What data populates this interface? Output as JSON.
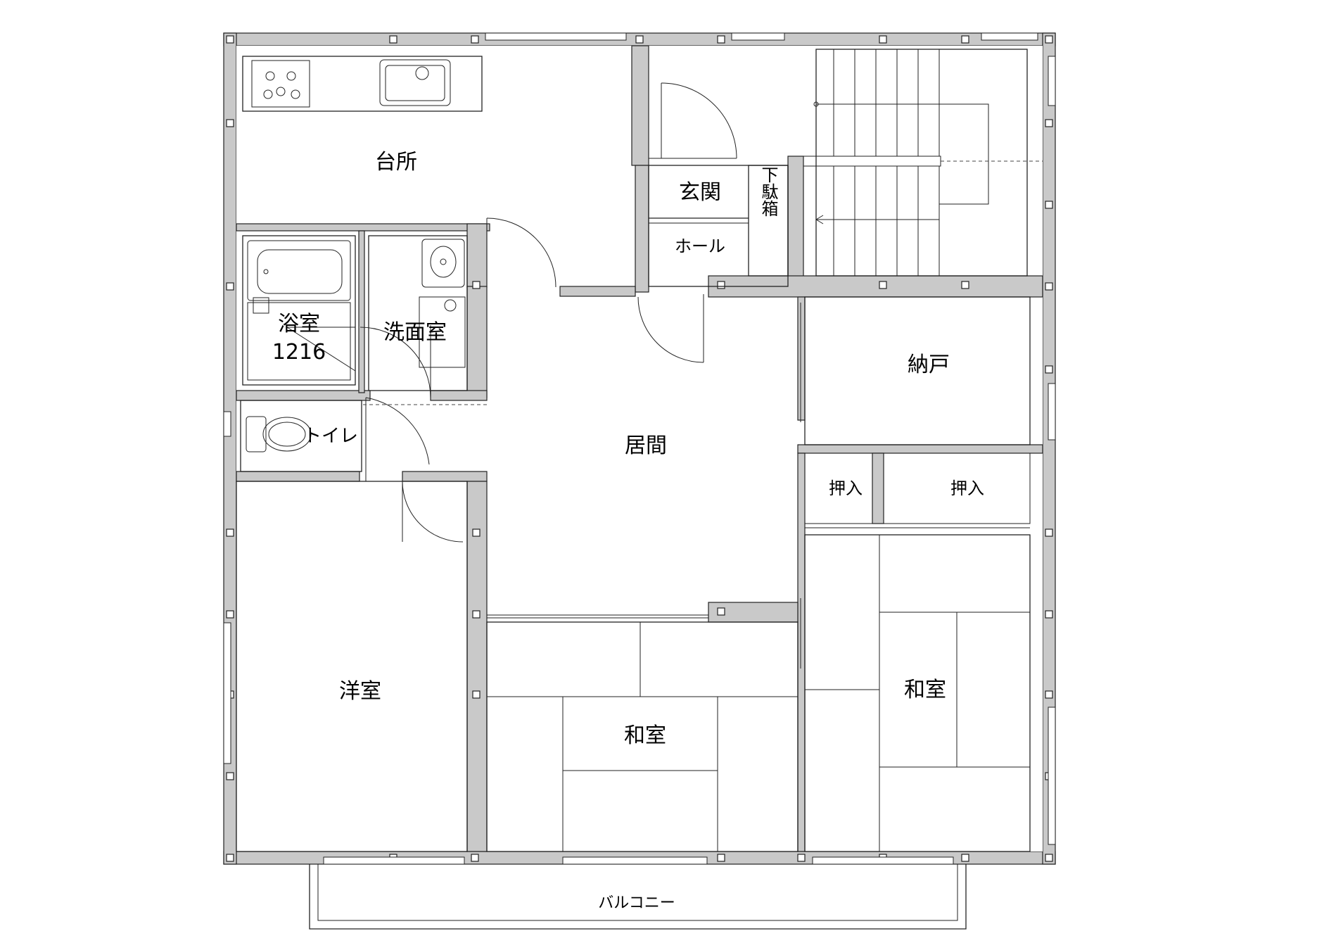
{
  "rooms": {
    "kitchen": "台所",
    "entrance": "玄関",
    "hall": "ホール",
    "shoe_box": "下駄箱",
    "bathroom": "浴室",
    "bath_size": "1216",
    "washroom": "洗面室",
    "toilet": "トイレ",
    "storeroom": "納戸",
    "living": "居間",
    "closet_1": "押入",
    "closet_2": "押入",
    "western_room": "洋室",
    "japanese_room_1": "和室",
    "japanese_room_2": "和室",
    "balcony": "バルコニー"
  }
}
